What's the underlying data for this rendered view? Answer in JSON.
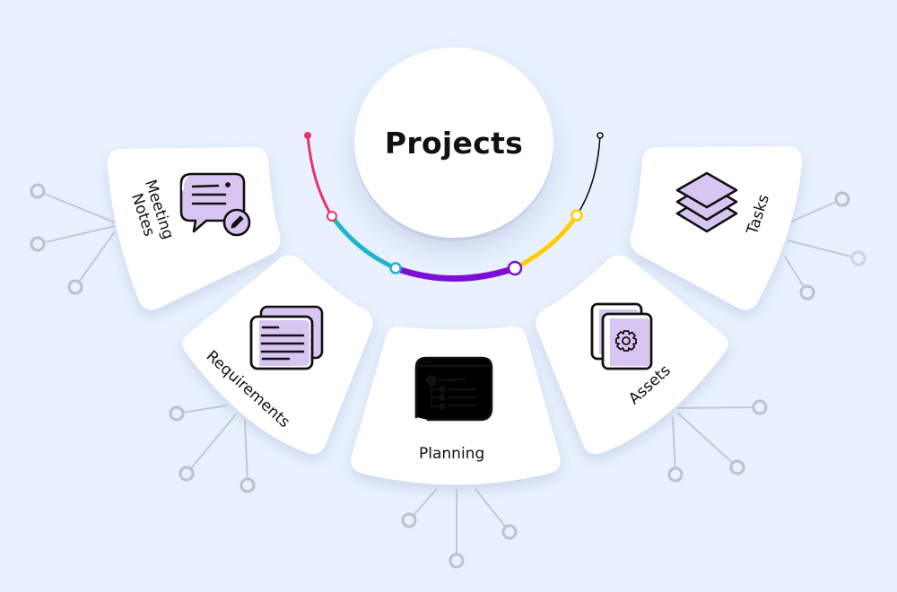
{
  "hub": {
    "title": "Projects"
  },
  "cards": [
    {
      "id": "meeting-notes",
      "label_line1": "Meeting",
      "label_line2": "Notes",
      "icon": "chat-bubble-pencil-icon"
    },
    {
      "id": "requirements",
      "label": "Requirements",
      "icon": "stacked-documents-icon"
    },
    {
      "id": "planning",
      "label": "Planning",
      "icon": "browser-tree-list-icon"
    },
    {
      "id": "assets",
      "label": "Assets",
      "icon": "stacked-pages-gear-icon"
    },
    {
      "id": "tasks",
      "label": "Tasks",
      "icon": "stacked-layers-icon"
    }
  ],
  "arc_segments": [
    {
      "name": "pink",
      "color": "#E8336B"
    },
    {
      "name": "teal",
      "color": "#1FB3CC"
    },
    {
      "name": "purple",
      "color": "#7B0FD6"
    },
    {
      "name": "yellow",
      "color": "#FFCC00"
    },
    {
      "name": "black",
      "color": "#111111"
    }
  ],
  "colors": {
    "background": "#E8F1FD",
    "card": "#FFFFFF",
    "icon_fill": "#D9C5F2",
    "connector": "#B9C0CB"
  }
}
